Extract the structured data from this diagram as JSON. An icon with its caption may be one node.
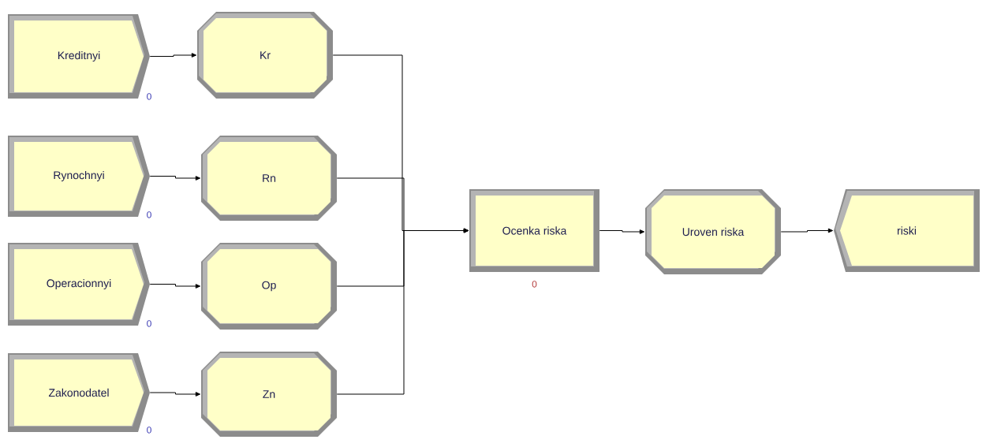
{
  "diagram": {
    "nodes": [
      {
        "text": [
          "Kreditnyi"
        ],
        "beside": [
          "0"
        ]
      },
      {
        "text": [
          "Kr"
        ]
      },
      {
        "text": [
          "Rynochnyi"
        ],
        "beside": [
          "0"
        ]
      },
      {
        "text": [
          "Rn"
        ]
      },
      {
        "text": [
          "Operacionnyi"
        ],
        "beside": [
          "0"
        ]
      },
      {
        "text": [
          "Op"
        ]
      },
      {
        "text": [
          "Zakonodatel"
        ],
        "beside": [
          "0"
        ]
      },
      {
        "text": [
          "Zn"
        ]
      },
      {
        "text": [
          "Ocenka riska"
        ],
        "beside": [
          "0"
        ]
      },
      {
        "text": [
          "Uroven riska"
        ]
      },
      {
        "text": [
          "riski"
        ]
      }
    ],
    "edges": [
      {
        "from": 0,
        "to": 1,
        "arrow": "to"
      },
      {
        "from": 2,
        "to": 3,
        "arrow": "to"
      },
      {
        "from": 4,
        "to": 5,
        "arrow": "to"
      },
      {
        "from": 6,
        "to": 7,
        "arrow": "to"
      },
      {
        "from": 1,
        "to": 8,
        "arrow": "to"
      },
      {
        "from": 3,
        "to": 8,
        "arrow": "to"
      },
      {
        "from": 5,
        "to": 8,
        "arrow": "to"
      },
      {
        "from": 7,
        "to": 8,
        "arrow": "to"
      },
      {
        "from": 8,
        "to": 9,
        "arrow": "to"
      },
      {
        "from": 9,
        "to": 10,
        "arrow": "to"
      }
    ]
  }
}
